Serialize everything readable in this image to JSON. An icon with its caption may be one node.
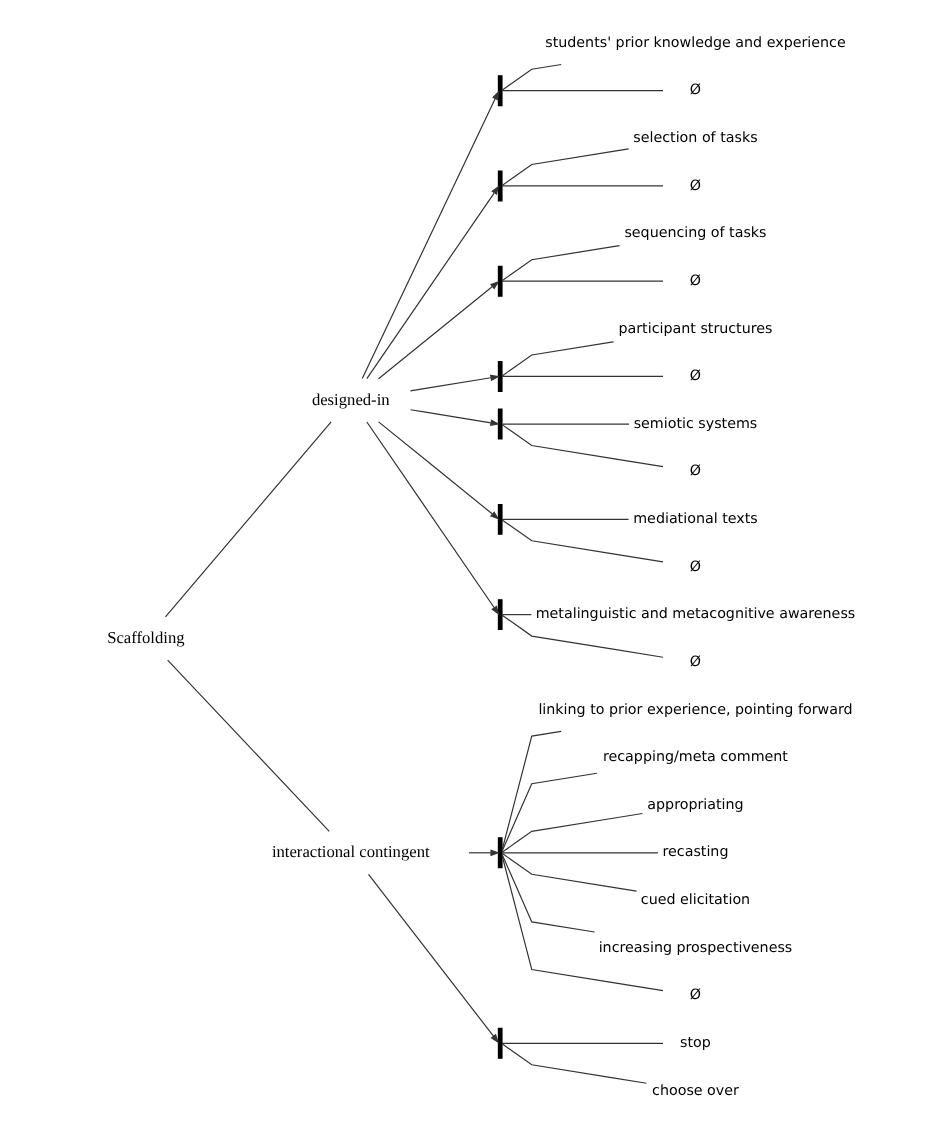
{
  "diagram": {
    "nodes": [
      {
        "text": [
          "Scaffolding"
        ]
      },
      {
        "text": [
          "designed-in"
        ]
      },
      {
        "text": [],
        "shape": "bar"
      },
      {
        "text": [
          "students' prior knowledge and experience"
        ]
      },
      {
        "text": [
          "Ø"
        ]
      },
      {
        "text": [],
        "shape": "bar"
      },
      {
        "text": [
          "selection of tasks"
        ]
      },
      {
        "text": [
          "Ø"
        ]
      },
      {
        "text": [],
        "shape": "bar"
      },
      {
        "text": [
          "sequencing of tasks"
        ]
      },
      {
        "text": [
          "Ø"
        ]
      },
      {
        "text": [],
        "shape": "bar"
      },
      {
        "text": [
          "participant structures"
        ]
      },
      {
        "text": [
          "Ø"
        ]
      },
      {
        "text": [],
        "shape": "bar"
      },
      {
        "text": [
          "semiotic systems"
        ]
      },
      {
        "text": [
          "Ø"
        ]
      },
      {
        "text": [],
        "shape": "bar"
      },
      {
        "text": [
          "mediational texts"
        ]
      },
      {
        "text": [
          "Ø"
        ]
      },
      {
        "text": [],
        "shape": "bar"
      },
      {
        "text": [
          "metalinguistic and metacognitive awareness"
        ]
      },
      {
        "text": [
          "Ø"
        ]
      },
      {
        "text": [
          "interactional contingent"
        ]
      },
      {
        "text": [],
        "shape": "bar"
      },
      {
        "text": [
          "linking to prior experience, pointing forward"
        ]
      },
      {
        "text": [
          "recapping/meta comment"
        ]
      },
      {
        "text": [
          "appropriating"
        ]
      },
      {
        "text": [
          "recasting"
        ]
      },
      {
        "text": [
          "cued elicitation"
        ]
      },
      {
        "text": [
          "increasing prospectiveness"
        ]
      },
      {
        "text": [
          "Ø"
        ]
      },
      {
        "text": [],
        "shape": "bar"
      },
      {
        "text": [
          "stop"
        ]
      },
      {
        "text": [
          "choose over"
        ]
      }
    ],
    "edges": [
      {
        "from": 0,
        "to": 1,
        "arrow": "none"
      },
      {
        "from": 0,
        "to": 23,
        "arrow": "none"
      },
      {
        "from": 1,
        "to": 2,
        "arrow": "to"
      },
      {
        "from": 2,
        "to": 3,
        "arrow": "none"
      },
      {
        "from": 2,
        "to": 4,
        "arrow": "none"
      },
      {
        "from": 1,
        "to": 5,
        "arrow": "to"
      },
      {
        "from": 5,
        "to": 6,
        "arrow": "none"
      },
      {
        "from": 5,
        "to": 7,
        "arrow": "none"
      },
      {
        "from": 1,
        "to": 8,
        "arrow": "to"
      },
      {
        "from": 8,
        "to": 9,
        "arrow": "none"
      },
      {
        "from": 8,
        "to": 10,
        "arrow": "none"
      },
      {
        "from": 1,
        "to": 11,
        "arrow": "to"
      },
      {
        "from": 11,
        "to": 12,
        "arrow": "none"
      },
      {
        "from": 11,
        "to": 13,
        "arrow": "none"
      },
      {
        "from": 1,
        "to": 14,
        "arrow": "to"
      },
      {
        "from": 14,
        "to": 15,
        "arrow": "none"
      },
      {
        "from": 14,
        "to": 16,
        "arrow": "none"
      },
      {
        "from": 1,
        "to": 17,
        "arrow": "to"
      },
      {
        "from": 17,
        "to": 18,
        "arrow": "none"
      },
      {
        "from": 17,
        "to": 19,
        "arrow": "none"
      },
      {
        "from": 1,
        "to": 20,
        "arrow": "to"
      },
      {
        "from": 20,
        "to": 21,
        "arrow": "none"
      },
      {
        "from": 20,
        "to": 22,
        "arrow": "none"
      },
      {
        "from": 23,
        "to": 24,
        "arrow": "to"
      },
      {
        "from": 24,
        "to": 25,
        "arrow": "none"
      },
      {
        "from": 24,
        "to": 26,
        "arrow": "none"
      },
      {
        "from": 24,
        "to": 27,
        "arrow": "none"
      },
      {
        "from": 24,
        "to": 28,
        "arrow": "none"
      },
      {
        "from": 24,
        "to": 29,
        "arrow": "none"
      },
      {
        "from": 24,
        "to": 30,
        "arrow": "none"
      },
      {
        "from": 24,
        "to": 31,
        "arrow": "none"
      },
      {
        "from": 23,
        "to": 32,
        "arrow": "to"
      },
      {
        "from": 32,
        "to": 33,
        "arrow": "none"
      },
      {
        "from": 32,
        "to": 34,
        "arrow": "none"
      }
    ]
  }
}
